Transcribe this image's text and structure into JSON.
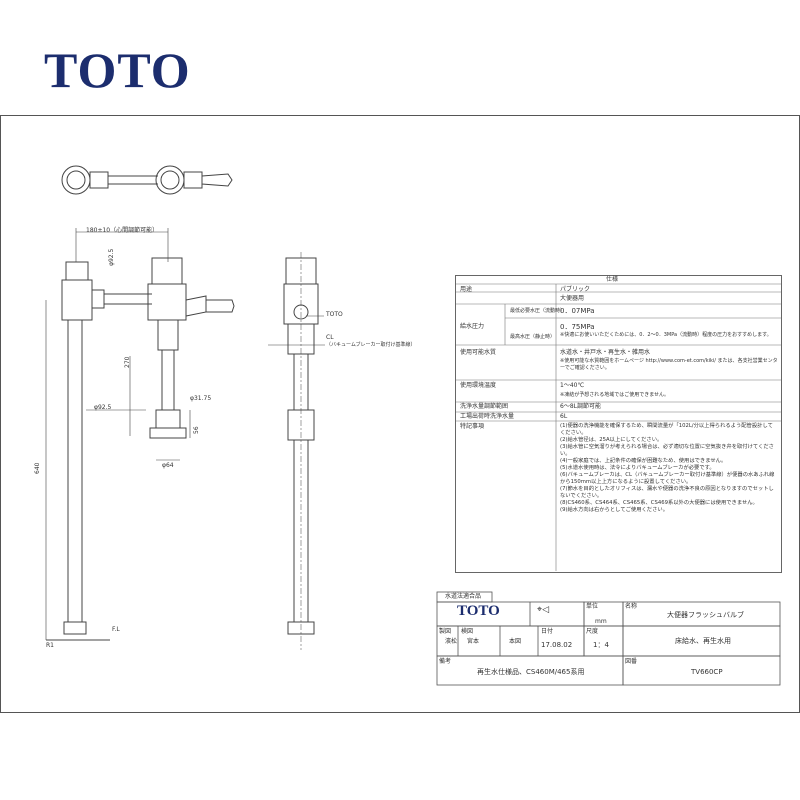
{
  "brand": "TOTO",
  "dims": {
    "d180": "180±10（心間調節可能）",
    "d925top": "φ92.5",
    "d270": "270",
    "d3175": "φ31.75",
    "d56": "56",
    "d925": "φ92.5",
    "d640": "640",
    "d64": "φ64",
    "fl": "F.L",
    "r1": "R1",
    "cl": "CL",
    "cl_note": "（バキュームブレーカー取付け基準線）",
    "toto": "TOTO"
  },
  "spec": {
    "title": "仕様",
    "rows": [
      {
        "label": "用途",
        "value": "パブリック"
      },
      {
        "label": "",
        "value": "大便器用"
      },
      {
        "label": "給水圧力",
        "sub1": "最低必要水圧（流動時）",
        "v1": "0．07MPa",
        "v1note": "",
        "sub2": "最高水圧（静止時）",
        "v2": "0．75MPa",
        "v2note": "※快適にお使いいただくためには、0．2～0．3MPa（流動時）程度の圧力をおすすめします。"
      },
      {
        "label": "使用可能水質",
        "value": "水道水・井戸水・再生水・雑用水",
        "note": "※使用可能な水質範囲をホームページ http://www.com-et.com/kiki/ または、各支社営業センターでご確認ください。"
      },
      {
        "label": "使用環境温度",
        "value": "1～40℃",
        "note": "※凍結が予想される地域ではご使用できません。"
      },
      {
        "label": "洗浄水量調節範囲",
        "value": "6～8L調節可能"
      },
      {
        "label": "工場出荷時洗浄水量",
        "value": "6L"
      },
      {
        "label": "特記事項",
        "notes": [
          "(1)便器の洗浄機能を確保するため、瞬間流量が「102L/分以上得られるよう配管設計してください。",
          "(2)給水管径は、25A以上にしてください。",
          "(3)給水管に空気溜りが考えられる場合は、必ず適切な位置に空気抜き弁を取付けてください。",
          "(4)一般家庭では、上記条件の確保が困難なため、使用はできません。",
          "(5)水道水使用時は、法令によりバキュームブレーカが必要です。",
          "(6)バキュームブレーカは、CL（バキュームブレーカー取付け基準線）が便器の水あふれ線から150mm以上上方になるように設置してください。",
          "(7)節水を目的としたオリフィスは、漏水や便器の洗浄不良の原因となりますのでセットしないでください。",
          "(8)CS460系、CS464系、CS465系、CS469系以外の大便器には使用できません。",
          "(9)給水方向は右からとしてご使用ください。"
        ]
      }
    ]
  },
  "titleblock": {
    "stamp": "水道法適合品",
    "logo": "TOTO",
    "unit_label": "単位",
    "unit_value": "mm",
    "name_label": "名称",
    "name_value": "大便器フラッシュバルブ",
    "drawn_label": "製図",
    "check_label": "検図",
    "date_label": "日付",
    "date_value": "17.08.02",
    "scale_label": "尺度",
    "scale_value": "1：4",
    "use_value": "床給水、再生水用",
    "note_label": "備考",
    "note_value": "再生水仕様品、CS460M/465系用",
    "drawing_label": "図番",
    "drawing_value": "TV660CP",
    "stamp1": "濱松",
    "stamp2": "宮本",
    "stamp3": "本図"
  }
}
